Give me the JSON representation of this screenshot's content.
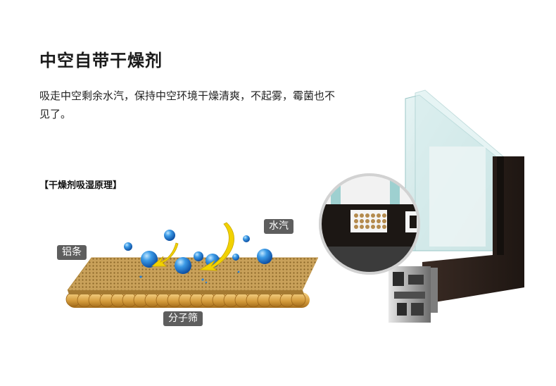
{
  "title": "中空自带干燥剂",
  "description": "吸走中空剩余水汽，保持中空环境干燥清爽，不起雾，霉菌也不见了。",
  "section_label": "【干燥剂吸湿原理】",
  "labels": {
    "aluminum_strip": "铝条",
    "water_vapor": "水汽",
    "molecular_sieve": "分子筛"
  },
  "colors": {
    "tag_bg": "#5e5e5e",
    "frame_dark": "#2b1f1a",
    "glass": "#cfe6e6",
    "droplet": "#1e73c8",
    "arrow": "#f2d200",
    "sieve": "#d8a94a"
  }
}
